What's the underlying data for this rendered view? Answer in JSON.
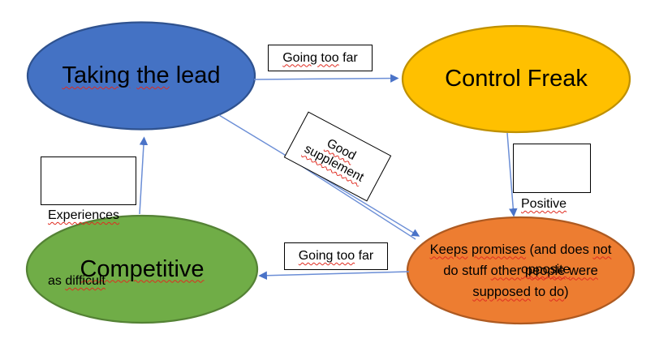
{
  "colors": {
    "background": "#FFFFFF",
    "node_blue_fill": "#4472C4",
    "node_blue_border": "#2F528F",
    "node_yellow_fill": "#FFC000",
    "node_yellow_border": "#BF9000",
    "node_green_fill": "#70AD47",
    "node_green_border": "#548235",
    "node_orange_fill": "#ED7D31",
    "node_orange_border": "#AE5A21",
    "arrow_line": "#6B8ED6",
    "arrow_head": "#4A73C8",
    "label_box_border": "#000000",
    "spellcheck_wavy": "#E02B20"
  },
  "nodes": {
    "taking_the_lead": {
      "label": "Taking the lead",
      "parts": [
        {
          "t": "Taking",
          "w": true
        },
        {
          "t": " ",
          "w": false
        },
        {
          "t": "the",
          "w": true
        },
        {
          "t": " lead",
          "w": false
        }
      ]
    },
    "control_freak": {
      "label": "Control Freak",
      "parts": [
        {
          "t": "Control Freak",
          "w": false
        }
      ]
    },
    "competitive": {
      "label": "Competitive",
      "parts": [
        {
          "t": "Competitive",
          "w": true
        }
      ]
    },
    "keeps_promises": {
      "label": "Keeps promises (and does not do stuff other people were supposed to do)",
      "lines": [
        [
          {
            "t": "Keeps",
            "w": true
          },
          {
            "t": " ",
            "w": false
          },
          {
            "t": "promises",
            "w": true
          },
          {
            "t": " (and does ",
            "w": false
          },
          {
            "t": "not",
            "w": true
          }
        ],
        [
          {
            "t": "do stuff ",
            "w": false
          },
          {
            "t": "other",
            "w": true
          },
          {
            "t": " ",
            "w": false
          },
          {
            "t": "people",
            "w": true
          },
          {
            "t": " ",
            "w": false
          },
          {
            "t": "were",
            "w": true
          }
        ],
        [
          {
            "t": "supposed",
            "w": true
          },
          {
            "t": " to ",
            "w": false
          },
          {
            "t": "do",
            "w": true
          },
          {
            "t": ")",
            "w": false
          }
        ]
      ]
    }
  },
  "edge_labels": {
    "going_too_far_top": {
      "label": "Going too far",
      "parts": [
        {
          "t": "Going too",
          "w": true
        },
        {
          "t": " far",
          "w": false
        }
      ]
    },
    "good_supplement": {
      "label": "Good supplement",
      "lines": [
        [
          {
            "t": "Good",
            "w": true
          }
        ],
        [
          {
            "t": "supplement",
            "w": true
          }
        ]
      ]
    },
    "positive_opposite": {
      "label": "Positive opposite",
      "lines": [
        [
          {
            "t": "Positive",
            "w": true
          }
        ],
        [
          {
            "t": "opposite",
            "w": true
          }
        ]
      ]
    },
    "experiences_as_difficult": {
      "label": "Experiences as difficult",
      "lines": [
        [
          {
            "t": "Experiences",
            "w": true
          }
        ],
        [
          {
            "t": "as ",
            "w": false
          },
          {
            "t": "difficult",
            "w": true
          }
        ]
      ]
    },
    "going_too_far_bottom": {
      "label": "Going too far",
      "parts": [
        {
          "t": "Going too",
          "w": true
        },
        {
          "t": " far",
          "w": false
        }
      ]
    }
  },
  "edges": [
    {
      "from": "taking_the_lead",
      "to": "control_freak",
      "label": "Going too far"
    },
    {
      "from": "taking_the_lead",
      "to": "keeps_promises",
      "label": "Good supplement"
    },
    {
      "from": "control_freak",
      "to": "keeps_promises",
      "label": "Positive opposite"
    },
    {
      "from": "keeps_promises",
      "to": "competitive",
      "label": "Going too far"
    },
    {
      "from": "competitive",
      "to": "taking_the_lead",
      "label": "Experiences as difficult"
    }
  ]
}
